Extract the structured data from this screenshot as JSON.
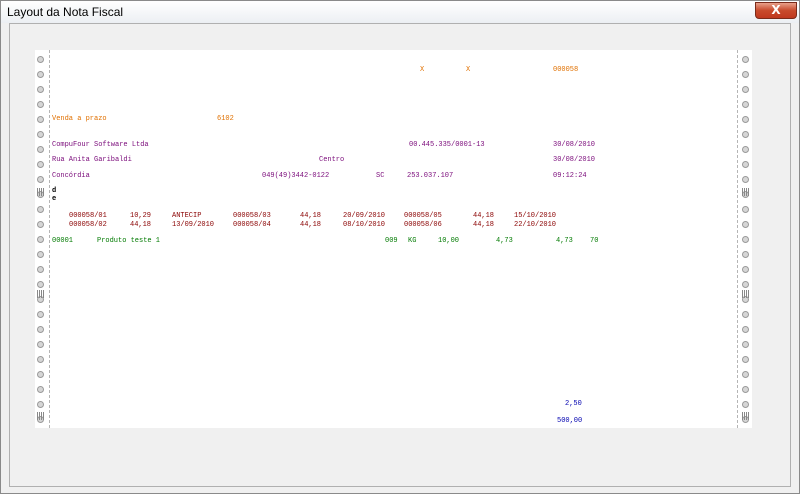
{
  "window": {
    "title": "Layout da Nota Fiscal",
    "close_label": "X"
  },
  "invoice": {
    "header_marks": [
      "X",
      "X"
    ],
    "number": "000058",
    "operation": "Venda a prazo",
    "cfop": "6102",
    "company": "CompuFour Software Ltda",
    "cnpj": "00.445.335/0001-13",
    "emission_date": "30/08/2010",
    "address": "Rua Anita Garibaldi",
    "district": "Centro",
    "exit_date": "30/08/2010",
    "city": "Concórdia",
    "phone": "049(49)3442-0122",
    "state": "SC",
    "ie": "253.037.107",
    "time": "09:12:24",
    "marker_d": "d",
    "marker_e": "e",
    "installments_row1": [
      {
        "doc": "000058/01",
        "value": "10,29",
        "date": "ANTECIP"
      },
      {
        "doc": "000058/03",
        "value": "44,18",
        "date": "20/09/2010"
      },
      {
        "doc": "000058/05",
        "value": "44,18",
        "date": "15/10/2010"
      }
    ],
    "installments_row2": [
      {
        "doc": "000058/02",
        "value": "44,18",
        "date": "13/09/2010"
      },
      {
        "doc": "000058/04",
        "value": "44,18",
        "date": "08/10/2010"
      },
      {
        "doc": "000058/06",
        "value": "44,18",
        "date": "22/10/2010"
      }
    ],
    "item": {
      "code": "00001",
      "description": "Produto teste 1",
      "cst": "009",
      "unit": "KG",
      "qty": "10,00",
      "unit_price": "4,73",
      "total": "4,73",
      "icms": "70"
    },
    "total_1": "2,50",
    "total_2": "500,00"
  }
}
